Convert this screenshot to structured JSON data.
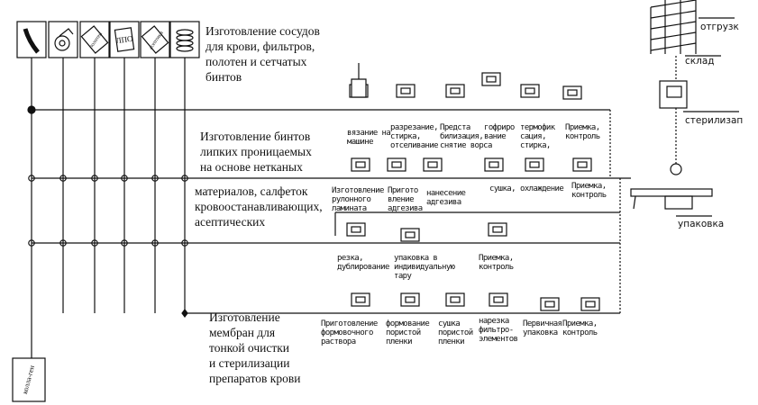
{
  "icons": [
    {
      "name": "film-strip-icon",
      "label": ""
    },
    {
      "name": "roll-icon",
      "label": ""
    },
    {
      "name": "fabric-icon",
      "label": "полотен"
    },
    {
      "name": "lpo-icon",
      "label": "ЛПО"
    },
    {
      "name": "aseptic-icon",
      "label": "асептики"
    },
    {
      "name": "stack-icon",
      "label": ""
    }
  ],
  "collagen_label": "колла-ген",
  "sections": [
    "Изготовление сосудов\nдля крови, фильтров,\nполотен и сетчатых\nбинтов",
    "Изготовление бинтов\nлипких проницаемых\nна основе нетканых",
    "материалов, салфеток\nкровоостанавливающих,\nасептических",
    "Изготовление\nмембран для\nтонкой очистки\nи стерилизации\nпрепаратов крови"
  ],
  "processes": {
    "row1": [
      "вязание на\nмашине",
      "разрезание,\nстирка,\nотселивание",
      "Предста\nбилизация,\nснятие ворса",
      "гофриро\nвание",
      "термофик\nсация,\nстирка,",
      "Приемка,\nконтроль"
    ],
    "row2": [
      "Изготовление\nрулонного\nламината",
      "Пригото\nвление\nадгезива",
      "нанесение\nадгезива",
      "сушка,",
      "охлаждение",
      "Приемка,\nконтроль"
    ],
    "row3": [
      "резка,\nдублирование",
      "упаковка в\nиндивидуальную\nтару",
      "Приемка,\nконтроль"
    ],
    "row4": [
      "Приготовление\nформовочного\nраствора",
      "формование\nпористой\nпленки",
      "сушка\nпористой\nпленки",
      "нарезка\nфильтро-\nэлементов",
      "Первичная\nупаковка",
      "Приемка,\nконтроль"
    ]
  },
  "final": {
    "shipping": "отгрузк",
    "warehouse": "склад",
    "sterilization": "стерилизап",
    "packaging": "упаковка"
  }
}
